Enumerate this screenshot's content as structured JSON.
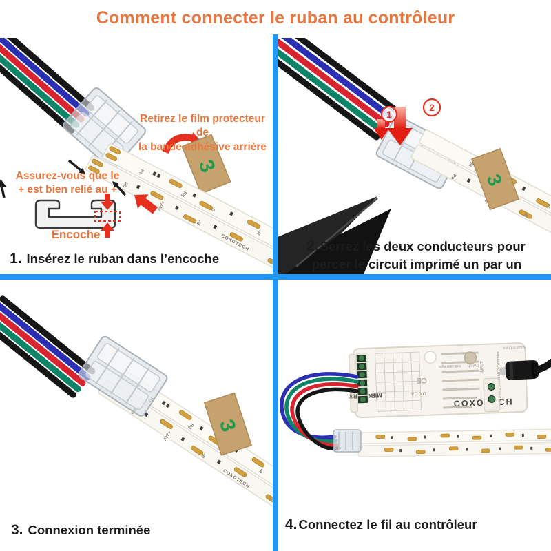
{
  "title": "Comment connecter le ruban au contrôleur",
  "steps": {
    "s1": {
      "num": "1.",
      "caption": "Insérez le ruban dans l’encoche"
    },
    "s2": {
      "num": "2.",
      "caption_l1": "Serrez les deux conducteurs pour",
      "caption_l2": "percer le circuit imprimé un par un"
    },
    "s3": {
      "num": "3.",
      "caption": "Connexion terminée"
    },
    "s4": {
      "num": "4.",
      "caption": "Connectez le fil au contrôleur"
    }
  },
  "panel1": {
    "note_film_l1": "Retirez le film protecteur de",
    "note_film_l2": "la bande adhésive arrière",
    "note_plus_l1": "Assurez-vous que le",
    "note_plus_l2": "+ est bien relié au +",
    "notch_label": "Encoche"
  },
  "panel2": {
    "marker1": "1",
    "marker2": "2"
  },
  "strip": {
    "brand": "COXOTECH",
    "m_rt": "Rt",
    "m_rg": "Rg",
    "m_rb": "Rb",
    "m_24v": "+24V",
    "m_g": "-G",
    "m_r": "-R",
    "m_b": "-B",
    "m_pb": "Pb",
    "tape_logo": "3"
  },
  "controller": {
    "brand": "COXOTECH",
    "brand2": "MIBOXER®",
    "model": "5 IN 1 Smart LED Controller",
    "input": "INPUT",
    "made": "Made in China",
    "indicator": "Indicator light",
    "switch": "Switch",
    "ce": "CE",
    "ukca": "UK CA"
  },
  "colors": {
    "accent_orange": "#E8763F",
    "divider_blue": "#2196F3",
    "arrow_red": "#E5301F",
    "step_text": "#1C1C1C",
    "gold_pad": "#D2A041",
    "tape_brown": "#C6A26F",
    "tape_logo_green": "#23994E",
    "wire_black": "#161616",
    "wire_blue": "#2A2FB4",
    "wire_red": "#D8242F",
    "wire_green": "#0E8566",
    "controller_body": "#F7F4EF",
    "terminal_green": "#3E7B4C"
  }
}
